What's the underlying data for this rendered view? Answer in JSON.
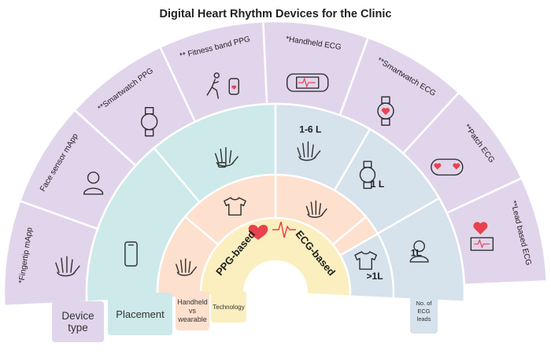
{
  "title": "Digital Heart Rhythm Devices for the Clinic",
  "colors": {
    "device": "#e1d5ec",
    "placement_ppg": "#cde9e9",
    "placement_ecg": "#d2e3ea",
    "wearable": "#fde0cd",
    "technology": "#fbefbf",
    "leads": "#d6e2ec",
    "heart": "#e8424f",
    "outline": "#ffffff"
  },
  "devices": [
    {
      "label": "*Fingertip mApp",
      "icon": "finger-tap-icon"
    },
    {
      "label": "Face sensor mApp",
      "icon": "face-profile-icon"
    },
    {
      "label": "**Smartwatch PPG",
      "icon": "watch-icon"
    },
    {
      "label": "** Fitness band PPG",
      "icon": "runner-band-icon"
    },
    {
      "label": "*Handheld ECG",
      "icon": "handheld-ecg-icon"
    },
    {
      "label": "**Smartwatch ECG",
      "icon": "watch-heart-icon"
    },
    {
      "label": "**Patch ECG",
      "icon": "patch-icon"
    },
    {
      "label": "**Lead based ECG",
      "icon": "lead-ecg-icon"
    }
  ],
  "placement": [
    {
      "icon": "smartphone-icon"
    },
    {
      "icon": "hand-watch-icon"
    },
    {
      "icon": "fingers-icon"
    },
    {
      "icon": "wrist-watch-icon"
    },
    {
      "icon": "person-icon"
    }
  ],
  "wearable": [
    {
      "icon": "hand-icon"
    },
    {
      "icon": "shirt-icon"
    },
    {
      "icon": "hand-icon"
    },
    {
      "icon": "shirt-icon"
    }
  ],
  "technology": {
    "ppg": "PPG-based",
    "ecg": "ECG-based"
  },
  "leads": [
    "1-6 L",
    "1 L",
    "1L",
    ">1L"
  ],
  "legend": {
    "device_type": "Device type",
    "placement": "Placement",
    "handheld": "Handheld vs wearable",
    "technology": "Technology",
    "ecg_leads": "No. of ECG leads"
  }
}
